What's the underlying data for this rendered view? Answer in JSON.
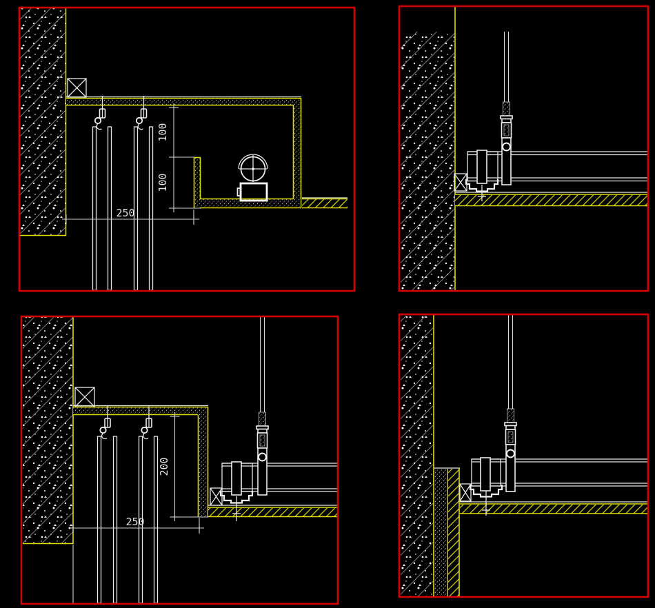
{
  "colors": {
    "background": "#000000",
    "frame_red": "#d40000",
    "drawing_white": "#e8e8e8",
    "hatch_yellow": "#dede00",
    "concrete_gray": "#a8a8a8",
    "dimension_text": "#e6e6e6"
  },
  "panels": {
    "top_left": {
      "dim_vertical_1": "100",
      "dim_vertical_2": "100",
      "dim_horizontal": "250"
    },
    "top_right": {},
    "bottom_left": {
      "dim_vertical": "200",
      "dim_horizontal": "250"
    },
    "bottom_right": {}
  }
}
